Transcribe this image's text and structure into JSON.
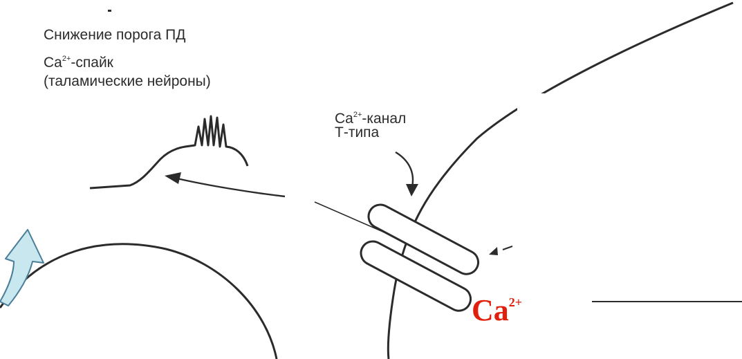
{
  "labels": {
    "threshold": "Снижение порога ПД",
    "spike_base": "Ca",
    "spike_charge": "2+",
    "spike_suffix": "-спайк",
    "neurons": "(таламические нейроны)",
    "channel_base": "Ca",
    "channel_charge": "2+",
    "channel_suffix": "-канал",
    "channel_type": "Т-типа"
  },
  "ion": {
    "base": "Ca",
    "charge": "2+"
  },
  "colors": {
    "ink": "#2b2b2b",
    "ion": "#e0200c",
    "arrow_fill": "#c9e7ef",
    "arrow_stroke": "#4a7e98"
  }
}
